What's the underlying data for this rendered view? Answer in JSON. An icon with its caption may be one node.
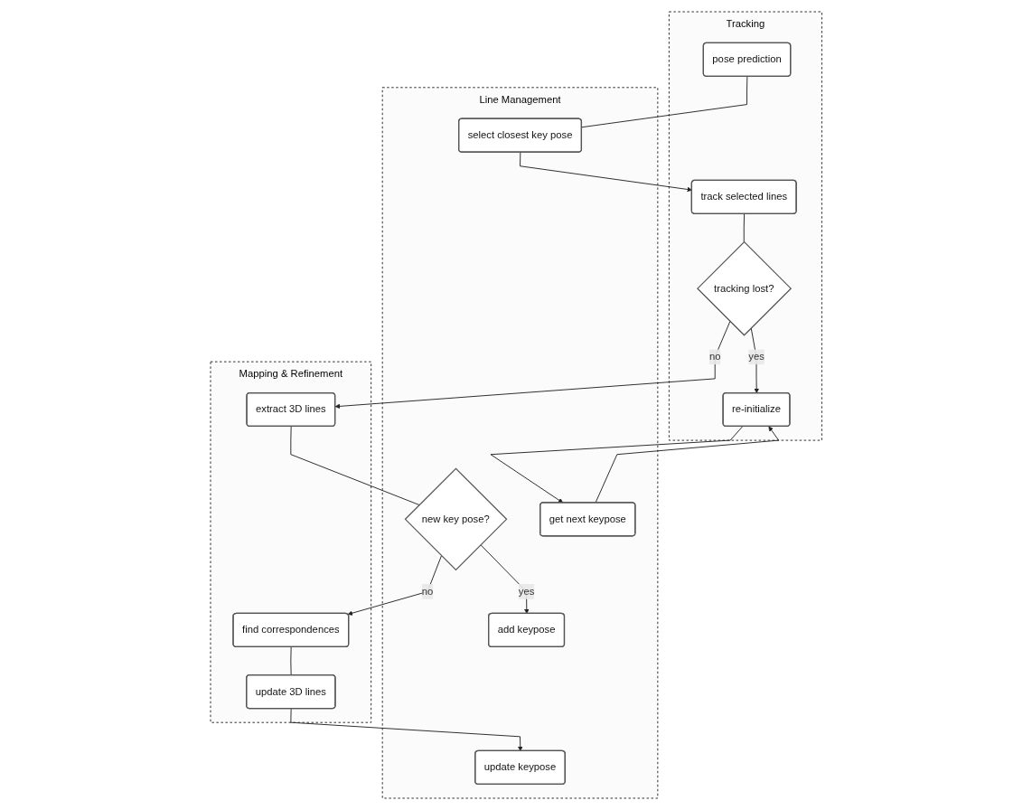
{
  "diagram": {
    "nodes": [
      {
        "text": [
          "Tracking"
        ]
      },
      {
        "text": [
          "Line Management"
        ]
      },
      {
        "text": [
          "Mapping & Refinement"
        ]
      },
      {
        "text": [
          "pose prediction"
        ],
        "in": 0
      },
      {
        "text": [
          "track selected lines"
        ],
        "in": 0
      },
      {
        "text": [
          "tracking lost?"
        ],
        "in": 0
      },
      {
        "text": [
          "re-initialize"
        ],
        "in": 0
      },
      {
        "text": [
          "select closest key pose"
        ],
        "in": 1
      },
      {
        "text": [
          "get next keypose"
        ],
        "in": 1
      },
      {
        "text": [
          "new key pose?"
        ],
        "in": 1
      },
      {
        "text": [
          "add keypose"
        ],
        "in": 1
      },
      {
        "text": [
          "update keypose"
        ],
        "in": 1
      },
      {
        "text": [
          "extract 3D lines"
        ],
        "in": 2
      },
      {
        "text": [
          "find correspondences"
        ],
        "in": 2
      },
      {
        "text": [
          "update 3D lines"
        ],
        "in": 2
      }
    ],
    "edges": [
      {
        "from": 3,
        "to": 7,
        "arrow": "none"
      },
      {
        "from": 7,
        "to": 4,
        "arrow": "to"
      },
      {
        "from": 4,
        "to": 5,
        "arrow": "none"
      },
      {
        "from": 5,
        "to": 12,
        "arrow": "to",
        "label": "no"
      },
      {
        "from": 5,
        "to": 6,
        "arrow": "to",
        "label": "yes"
      },
      {
        "from": 6,
        "to": 8,
        "arrow": "to"
      },
      {
        "from": 8,
        "to": 6,
        "arrow": "to"
      },
      {
        "from": 12,
        "to": 9,
        "arrow": "none"
      },
      {
        "from": 9,
        "to": 13,
        "arrow": "to",
        "label": "no"
      },
      {
        "from": 9,
        "to": 10,
        "arrow": "to",
        "label": "yes"
      },
      {
        "from": 13,
        "to": 14,
        "arrow": "none"
      },
      {
        "from": 14,
        "to": 11,
        "arrow": "to"
      }
    ]
  }
}
